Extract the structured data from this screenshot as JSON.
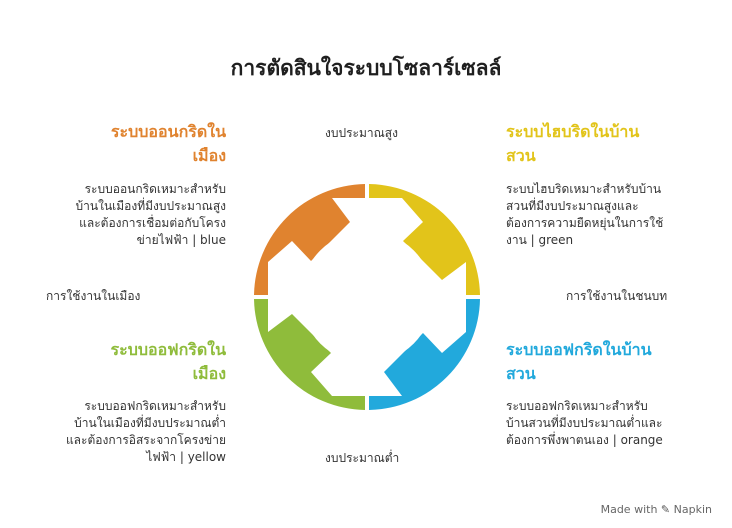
{
  "title": "การตัดสินใจระบบโซลาร์เซลล์",
  "axes": {
    "top": "งบประมาณสูง",
    "bottom": "งบประมาณต่ำ",
    "left": "การใช้งานในเมือง",
    "right": "การใช้งานในชนบท"
  },
  "quadrants": {
    "top_left": {
      "title_line1": "ระบบออนกริดใน",
      "title_line2": "เมือง",
      "desc": [
        "ระบบออนกริดเหมาะสำหรับ",
        "บ้านในเมืองที่มีงบประมาณสูง",
        "และต้องการเชื่อมต่อกับโครง",
        "ข่ายไฟฟ้า | blue"
      ],
      "color": "#E0832F"
    },
    "top_right": {
      "title_line1": "ระบบไฮบริดในบ้าน",
      "title_line2": "สวน",
      "desc": [
        "ระบบไฮบริดเหมาะสำหรับบ้าน",
        "สวนที่มีงบประมาณสูงและ",
        "ต้องการความยืดหยุ่นในการใช้",
        "งาน | green"
      ],
      "color": "#E2C41A"
    },
    "bottom_left": {
      "title_line1": "ระบบออฟกริดใน",
      "title_line2": "เมือง",
      "desc": [
        "ระบบออฟกริดเหมาะสำหรับ",
        "บ้านในเมืองที่มีงบประมาณต่ำ",
        "และต้องการอิสระจากโครงข่าย",
        "ไฟฟ้า | yellow"
      ],
      "color": "#8FBC3B"
    },
    "bottom_right": {
      "title_line1": "ระบบออฟกริดในบ้าน",
      "title_line2": "สวน",
      "desc": [
        "ระบบออฟกริดเหมาะสำหรับ",
        "บ้านสวนที่มีงบประมาณต่ำและ",
        "ต้องการพึ่งพาตนเอง | orange"
      ],
      "color": "#22A9DC"
    }
  },
  "footer": {
    "text": "Made with",
    "brand": "Napkin"
  }
}
